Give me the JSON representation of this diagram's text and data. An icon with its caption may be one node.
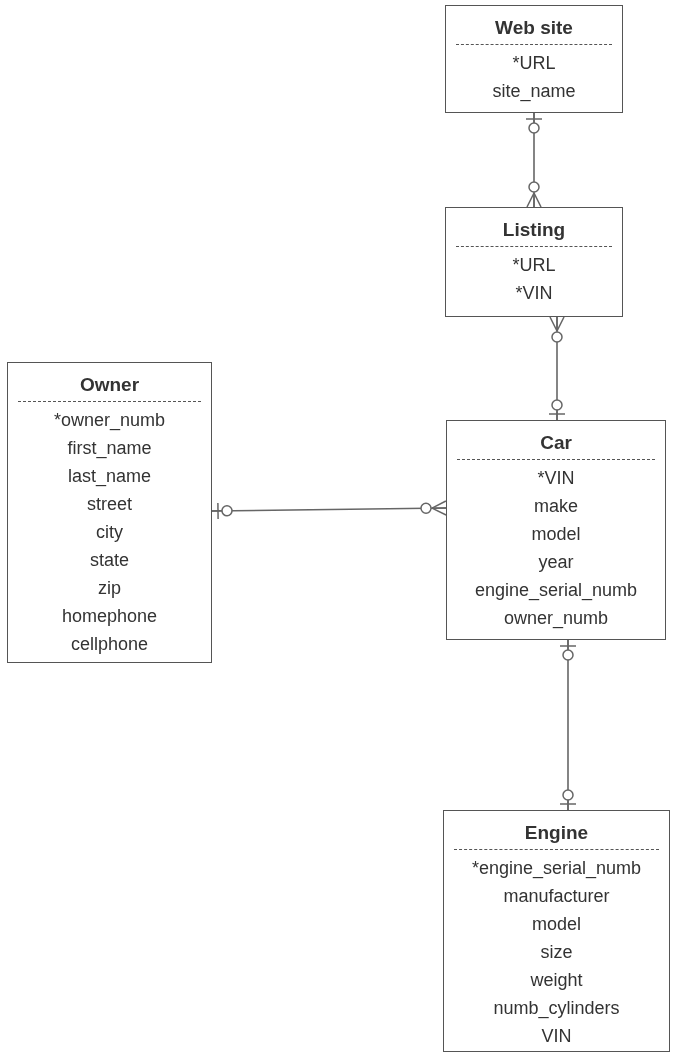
{
  "diagram": {
    "nodes": [
      {
        "text": [
          "Web site",
          "*URL",
          "site_name"
        ]
      },
      {
        "text": [
          "Listing",
          "*URL",
          "*VIN"
        ]
      },
      {
        "text": [
          "Owner",
          "*owner_numb",
          "first_name",
          "last_name",
          "street",
          "city",
          "state",
          "zip",
          "homephone",
          "cellphone"
        ]
      },
      {
        "text": [
          "Car",
          "*VIN",
          "make",
          "model",
          "year",
          "engine_serial_numb",
          "owner_numb"
        ]
      },
      {
        "text": [
          "Engine",
          "*engine_serial_numb",
          "manufacturer",
          "model",
          "size",
          "weight",
          "numb_cylinders",
          "VIN"
        ]
      }
    ],
    "edges": [
      {
        "from": 0,
        "to": 1,
        "arrow": "other"
      },
      {
        "from": 1,
        "to": 3,
        "arrow": "other"
      },
      {
        "from": 2,
        "to": 3,
        "arrow": "other"
      },
      {
        "from": 3,
        "to": 4,
        "arrow": "other"
      }
    ]
  }
}
